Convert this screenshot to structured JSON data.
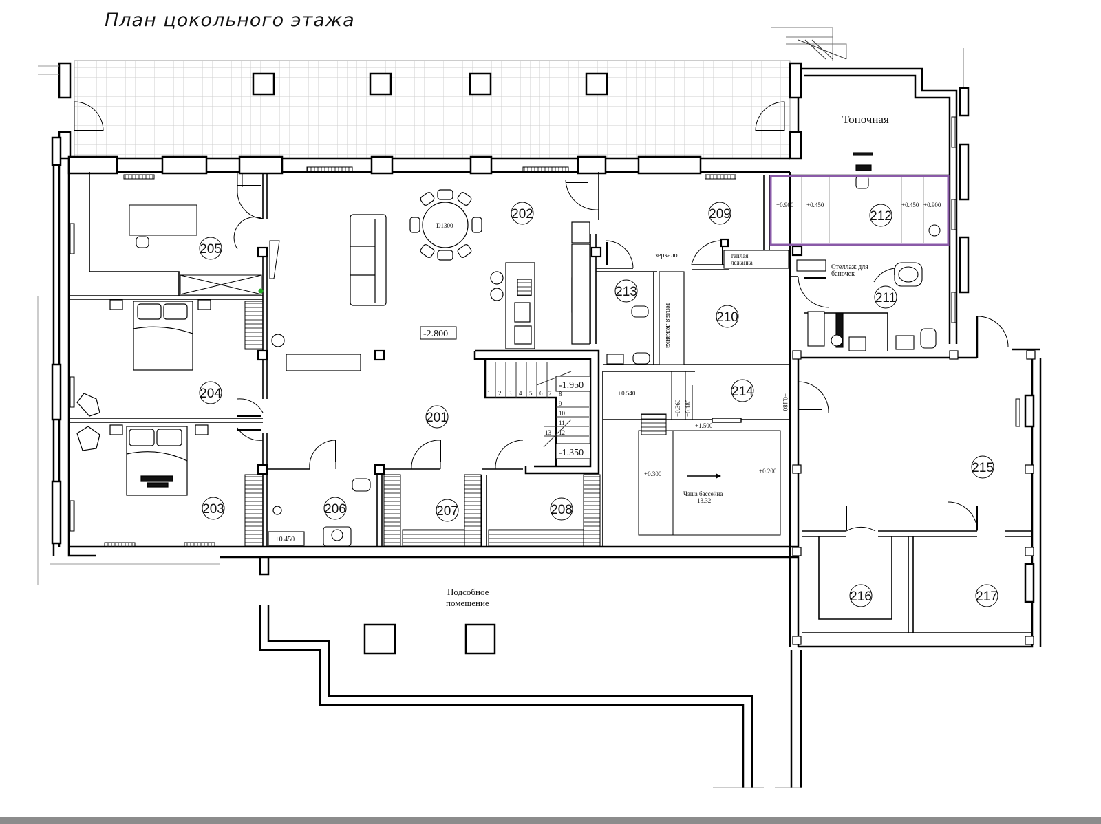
{
  "title": "План цокольного этажа",
  "room_numbers": {
    "r201": "201",
    "r202": "202",
    "r203": "203",
    "r204": "204",
    "r205": "205",
    "r206": "206",
    "r207": "207",
    "r208": "208",
    "r209": "209",
    "r210": "210",
    "r211": "211",
    "r212": "212",
    "r213": "213",
    "r214": "214",
    "r215": "215",
    "r216": "216",
    "r217": "217"
  },
  "labels": {
    "boiler_room": "Топочная",
    "utility_line1": "Подсобное",
    "utility_line2": "помещение",
    "mirror": "зеркало",
    "warm_bed_1": "теплая",
    "warm_bed_2": "лежанка",
    "warm_bed_vertical": "теплая лежанка",
    "shelf_1": "Стеллаж для",
    "shelf_2": "баночек",
    "pool_1": "Чаша бассейна",
    "pool_2": "13.32",
    "table_d": "D1300"
  },
  "levels": {
    "main": "-2.800",
    "stair_top": "-1.950",
    "stair_bottom": "-1.350",
    "l_0540": "+0.540",
    "l_0360": "+0.360",
    "l_0180": "+0.180",
    "l_0180b": "+0.180",
    "l_1500": "+1.500",
    "l_0300": "+0.300",
    "l_0200": "+0.200",
    "l_0450": "+0.450",
    "sauna_a": "+0.900",
    "sauna_b": "+0.450",
    "sauna_c": "+0.450",
    "sauna_d": "+0.900"
  },
  "stair_steps": [
    "1",
    "2",
    "3",
    "4",
    "5",
    "6",
    "7",
    "8",
    "9",
    "10",
    "11",
    "12",
    "13"
  ]
}
